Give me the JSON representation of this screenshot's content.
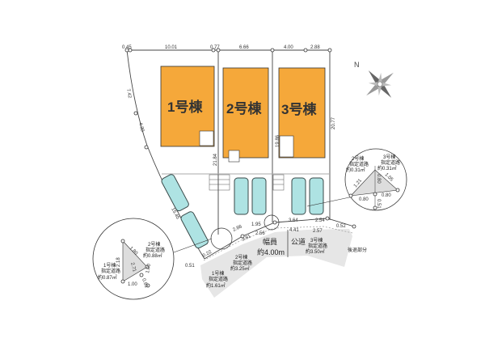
{
  "buildings": [
    "1号棟",
    "2号棟",
    "3号棟"
  ],
  "top_dims": [
    "0.45",
    "10.01",
    "0.77",
    "6.66",
    "4.00",
    "2.88"
  ],
  "side_dims": {
    "left_upper": "7.42",
    "left_mid": "4.39",
    "left_lower": "15.45",
    "lot1_2": "21.84",
    "lot2_3": "19.86",
    "right": "20.77"
  },
  "front_dims": {
    "a": "0.51",
    "b": "0.22",
    "c": "2.86",
    "d": "3.81",
    "e": "1.95",
    "f": "2.56",
    "g": "3.64",
    "h": "4.41",
    "i": "2.54",
    "j": "2.57",
    "k": "0.52"
  },
  "road": {
    "width_label": "幅員",
    "width_value": "約4.00m",
    "type": "公道",
    "setback": "後退部分"
  },
  "designated_roads": [
    {
      "name": "1号棟",
      "label": "指定道路",
      "area": "約1.61㎡"
    },
    {
      "name": "2号棟",
      "label": "指定道路",
      "area": "約3.25㎡"
    },
    {
      "name": "3号棟",
      "label": "指定道路",
      "area": "約3.50㎡"
    }
  ],
  "detail_left": {
    "dims": [
      "2.18",
      "1.80",
      "2.71",
      "1.00",
      "1.00",
      "0.81"
    ],
    "lot2": {
      "name": "2号棟",
      "label": "指定道路",
      "area": "約0.88㎡"
    },
    "lot1": {
      "name": "1号棟",
      "label": "指定道路",
      "area": "約0.87㎡"
    }
  },
  "detail_right": {
    "dims": [
      "1.21",
      "0.80",
      "1.05",
      "0.80",
      "0.80",
      "0.51"
    ],
    "lot2": {
      "name": "2号棟",
      "label": "指定道路",
      "area": "約0.31㎡"
    },
    "lot3": {
      "name": "3号棟",
      "label": "指定道路",
      "area": "約0.31㎡"
    }
  },
  "compass": "N",
  "colors": {
    "building": "#f5a83a",
    "road": "#e6e6e6",
    "car": "#aee3e3"
  }
}
